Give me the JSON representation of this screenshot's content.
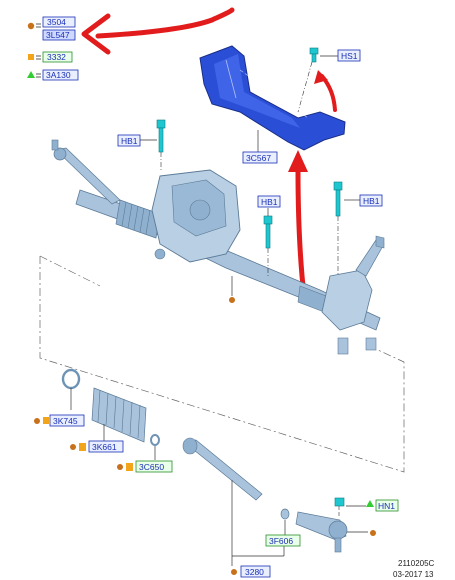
{
  "legend": {
    "rows": [
      {
        "symbol": "circle",
        "color": "#c8701a",
        "code_a": "3504",
        "code_b": "3L547"
      },
      {
        "symbol": "square",
        "color": "#f2a51b",
        "code_a": "3332"
      },
      {
        "symbol": "triangle",
        "color": "#33cc33",
        "code_a": "3A130"
      }
    ]
  },
  "labels": {
    "hs1": "HS1",
    "c567": "3C567",
    "hb1_left": "HB1",
    "hb1_mid": "HB1",
    "hb1_right": "HB1",
    "k745": "3K745",
    "k661": "3K661",
    "c650": "3C650",
    "hn1": "HN1",
    "f606": "3F606",
    "p3280": "3280"
  },
  "footer": {
    "doc_code": "2110205C",
    "date": "03-2017 13"
  },
  "colors": {
    "label_text": "#1a2fb5",
    "label_box_fill": "#e9efff",
    "part_blue": "#a9c3dd",
    "cover_blue": "#2a4fd6",
    "bolt_cyan": "#1ec6cf",
    "arrow_red": "#e21c1c",
    "marker_orange": "#c8701a",
    "marker_yellow": "#f2a51b",
    "marker_green": "#33cc33"
  }
}
